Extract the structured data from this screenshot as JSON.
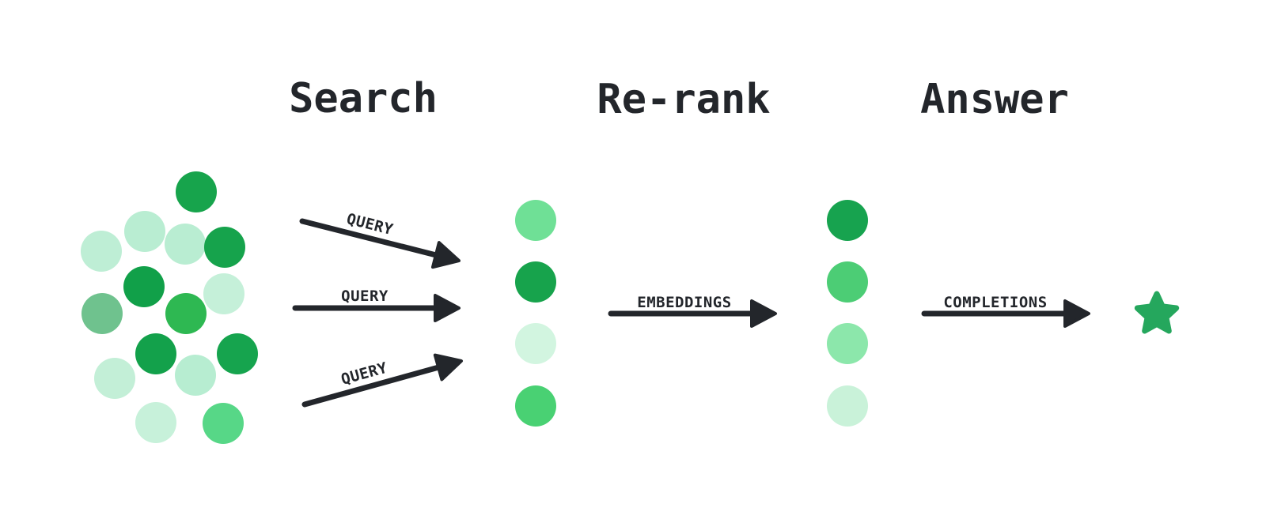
{
  "headings": {
    "search": "Search",
    "rerank": "Re-rank",
    "answer": "Answer"
  },
  "arrow_labels": {
    "query_1": "QUERY",
    "query_2": "QUERY",
    "query_3": "QUERY",
    "embeddings": "EMBEDDINGS",
    "completions": "COMPLETIONS"
  },
  "icons": {
    "star_icon": "★"
  },
  "colors": {
    "background": "#ffffff",
    "ink": "#23262b",
    "star": "#25a75d",
    "cluster_dots": [
      "#17a44c",
      "#b9edd2",
      "#beeed5",
      "#b9edd2",
      "#16a34c",
      "#11a049",
      "#c5f0d9",
      "#6fc28e",
      "#2eb852",
      "#13a14b",
      "#16a44e",
      "#c3efd7",
      "#b7edd1",
      "#c7f1da",
      "#57d787"
    ],
    "search_result_dots": [
      "#6fe096",
      "#17a34c",
      "#d2f5e0",
      "#49d173"
    ],
    "reranked_dots": [
      "#17a34f",
      "#4ccd75",
      "#8ce7ab",
      "#c9f2d9"
    ]
  }
}
